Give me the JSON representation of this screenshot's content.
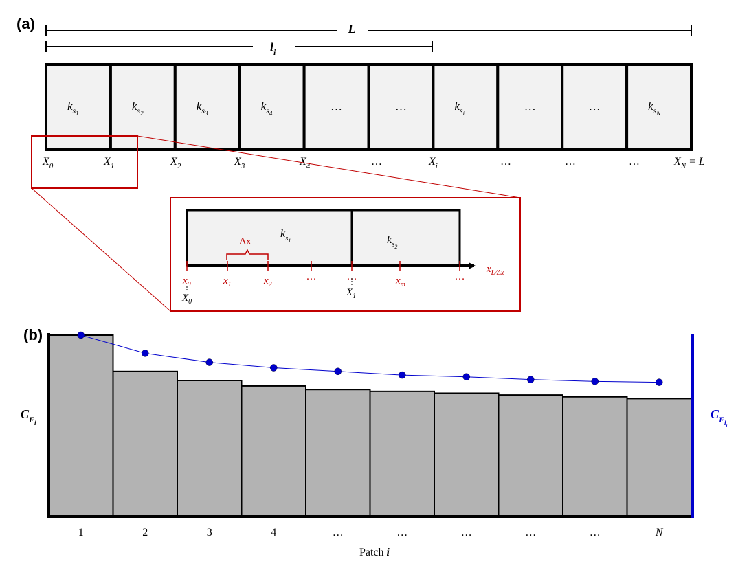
{
  "panel_a": {
    "label": "(a)",
    "total_length_label": "L",
    "patch_length_label": "l",
    "patch_length_sub": "i",
    "patches": [
      {
        "base": "k",
        "sub": "s",
        "subsub": "1"
      },
      {
        "base": "k",
        "sub": "s",
        "subsub": "2"
      },
      {
        "base": "k",
        "sub": "s",
        "subsub": "3"
      },
      {
        "base": "k",
        "sub": "s",
        "subsub": "4"
      },
      {
        "base": "…",
        "sub": "",
        "subsub": ""
      },
      {
        "base": "…",
        "sub": "",
        "subsub": ""
      },
      {
        "base": "k",
        "sub": "s",
        "subsub": "i"
      },
      {
        "base": "…",
        "sub": "",
        "subsub": ""
      },
      {
        "base": "…",
        "sub": "",
        "subsub": ""
      },
      {
        "base": "k",
        "sub": "s",
        "subsub": "N"
      }
    ],
    "boundaries": [
      {
        "base": "X",
        "sub": "0",
        "tail": ""
      },
      {
        "base": "X",
        "sub": "1",
        "tail": ""
      },
      {
        "base": "X",
        "sub": "2",
        "tail": ""
      },
      {
        "base": "X",
        "sub": "3",
        "tail": ""
      },
      {
        "base": "X",
        "sub": "4",
        "tail": ""
      },
      {
        "base": "…",
        "sub": "",
        "tail": ""
      },
      {
        "base": "X",
        "sub": "i",
        "tail": ""
      },
      {
        "base": "…",
        "sub": "",
        "tail": ""
      },
      {
        "base": "…",
        "sub": "",
        "tail": ""
      },
      {
        "base": "…",
        "sub": "",
        "tail": ""
      },
      {
        "base": "X",
        "sub": "N",
        "tail": " = L"
      }
    ],
    "inset": {
      "patch_1": {
        "base": "k",
        "sub": "s",
        "subsub": "1"
      },
      "patch_2": {
        "base": "k",
        "sub": "s",
        "subsub": "2"
      },
      "delta_label": "Δx",
      "grid_points": [
        {
          "base": "x",
          "sub": "0"
        },
        {
          "base": "x",
          "sub": "1"
        },
        {
          "base": "x",
          "sub": "2"
        },
        {
          "base": "…",
          "sub": ""
        },
        {
          "base": "…",
          "sub": ""
        },
        {
          "base": "x",
          "sub": "m"
        },
        {
          "base": "…",
          "sub": ""
        }
      ],
      "axis_end": {
        "base": "x",
        "sub": "L/Δx"
      },
      "boundary_0": {
        "base": "X",
        "sub": "0"
      },
      "boundary_1": {
        "base": "X",
        "sub": "1"
      }
    }
  },
  "panel_b": {
    "label": "(b)",
    "ylabel": {
      "base": "C",
      "sub": "F",
      "subsub": "i"
    },
    "right_label": {
      "base": "C",
      "sub": "F",
      "subsub": "l",
      "subsubsub": "i"
    },
    "xlabel_prefix": "Patch ",
    "xlabel_var": "i",
    "bar_color": "#b3b3b3",
    "line_color": "#0000cc"
  },
  "chart_data": {
    "type": "bar",
    "categories": [
      "1",
      "2",
      "3",
      "4",
      "…",
      "…",
      "…",
      "…",
      "…",
      "N"
    ],
    "series": [
      {
        "values": [
          1.0,
          0.8,
          0.75,
          0.72,
          0.7,
          0.69,
          0.68,
          0.67,
          0.66,
          0.65
        ]
      },
      {
        "values": [
          1.0,
          0.9,
          0.85,
          0.82,
          0.8,
          0.78,
          0.77,
          0.755,
          0.745,
          0.74
        ]
      }
    ],
    "ylim": [
      0,
      1.0
    ],
    "grid": false
  }
}
